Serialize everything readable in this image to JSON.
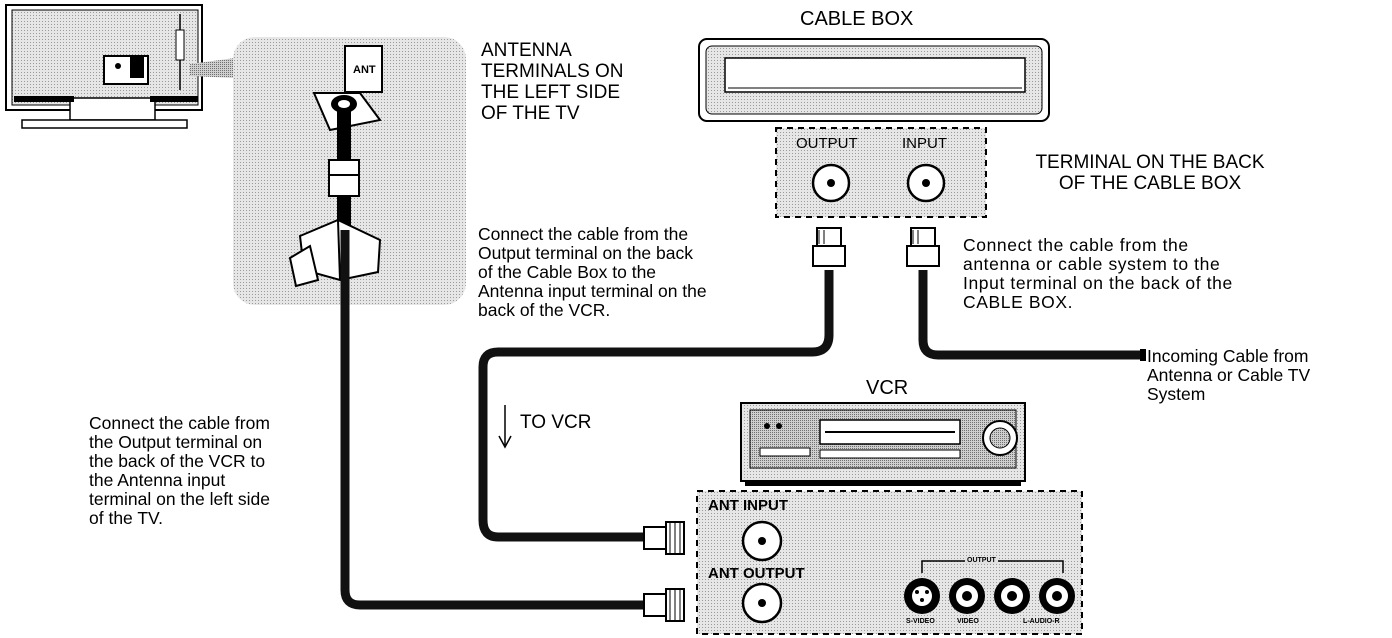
{
  "labels": {
    "cable_box_title": "CABLE BOX",
    "antenna_terminals": "ANTENNA\nTERMINALS ON\nTHE LEFT SIDE\nOF THE TV",
    "terminal_back_cable_box": "TERMINAL ON THE BACK\nOF THE CABLE BOX",
    "output": "OUTPUT",
    "input": "INPUT",
    "ant_tag": "ANT",
    "connect_cablebox_to_vcr": "Connect the cable from the\nOutput terminal on the back\nof the Cable Box to the\nAntenna input terminal on the\nback of the VCR.",
    "connect_antenna_to_cablebox": "Connect the cable from the\nantenna or cable system to the\nInput terminal on the back of the\nCABLE BOX.",
    "incoming_cable": "Incoming Cable from\nAntenna or Cable TV\nSystem",
    "vcr_title": "VCR",
    "to_vcr": "TO VCR",
    "connect_vcr_to_tv": "Connect the cable from\nthe Output terminal on\nthe back of the VCR to\nthe Antenna input\nterminal on the left side\nof the TV.",
    "ant_input": "ANT INPUT",
    "ant_output": "ANT OUTPUT",
    "vcr_output": "OUTPUT",
    "s_video": "S-VIDEO",
    "video": "VIDEO",
    "l_audio_r": "L-AUDIO-R"
  },
  "colors": {
    "stipple": "#d4d4d4",
    "line": "#000000",
    "cable": "#111111"
  }
}
